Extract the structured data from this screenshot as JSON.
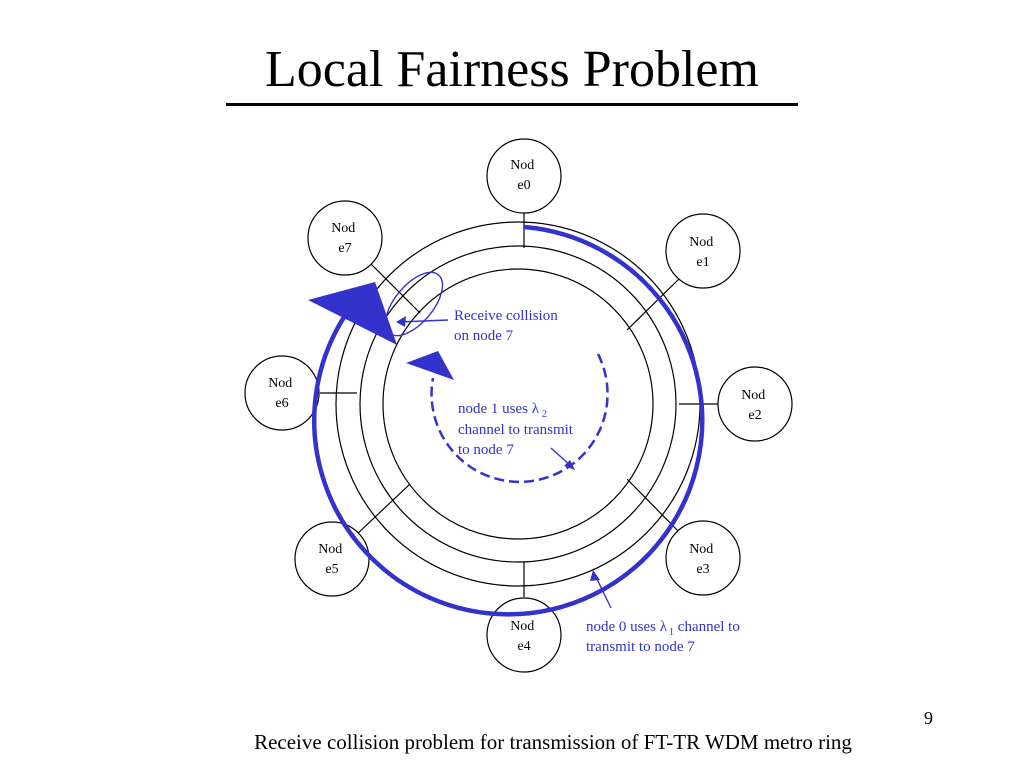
{
  "title": "Local Fairness Problem",
  "nodes": [
    {
      "line1": "Nod",
      "line2": "e0"
    },
    {
      "line1": "Nod",
      "line2": "e1"
    },
    {
      "line1": "Nod",
      "line2": "e2"
    },
    {
      "line1": "Nod",
      "line2": "e3"
    },
    {
      "line1": "Nod",
      "line2": "e4"
    },
    {
      "line1": "Nod",
      "line2": "e5"
    },
    {
      "line1": "Nod",
      "line2": "e6"
    },
    {
      "line1": "Nod",
      "line2": "e7"
    }
  ],
  "annotations": {
    "collision": {
      "line1": "Receive collision",
      "line2": "on  node 7"
    },
    "node1": {
      "line1_pre": "node 1 uses  ",
      "lambda": "λ",
      "sub": "2",
      "line2": "channel to transmit",
      "line3": "to node 7"
    },
    "node0": {
      "line1_pre": "node 0 uses ",
      "lambda": "λ",
      "sub": "1",
      "line1_post": " channel to",
      "line2": "transmit to node 7"
    }
  },
  "page_number": "9",
  "caption": "Receive collision problem for transmission of  FT-TR WDM metro ring",
  "colors": {
    "accent": "#3333cc",
    "ink": "#000000"
  }
}
